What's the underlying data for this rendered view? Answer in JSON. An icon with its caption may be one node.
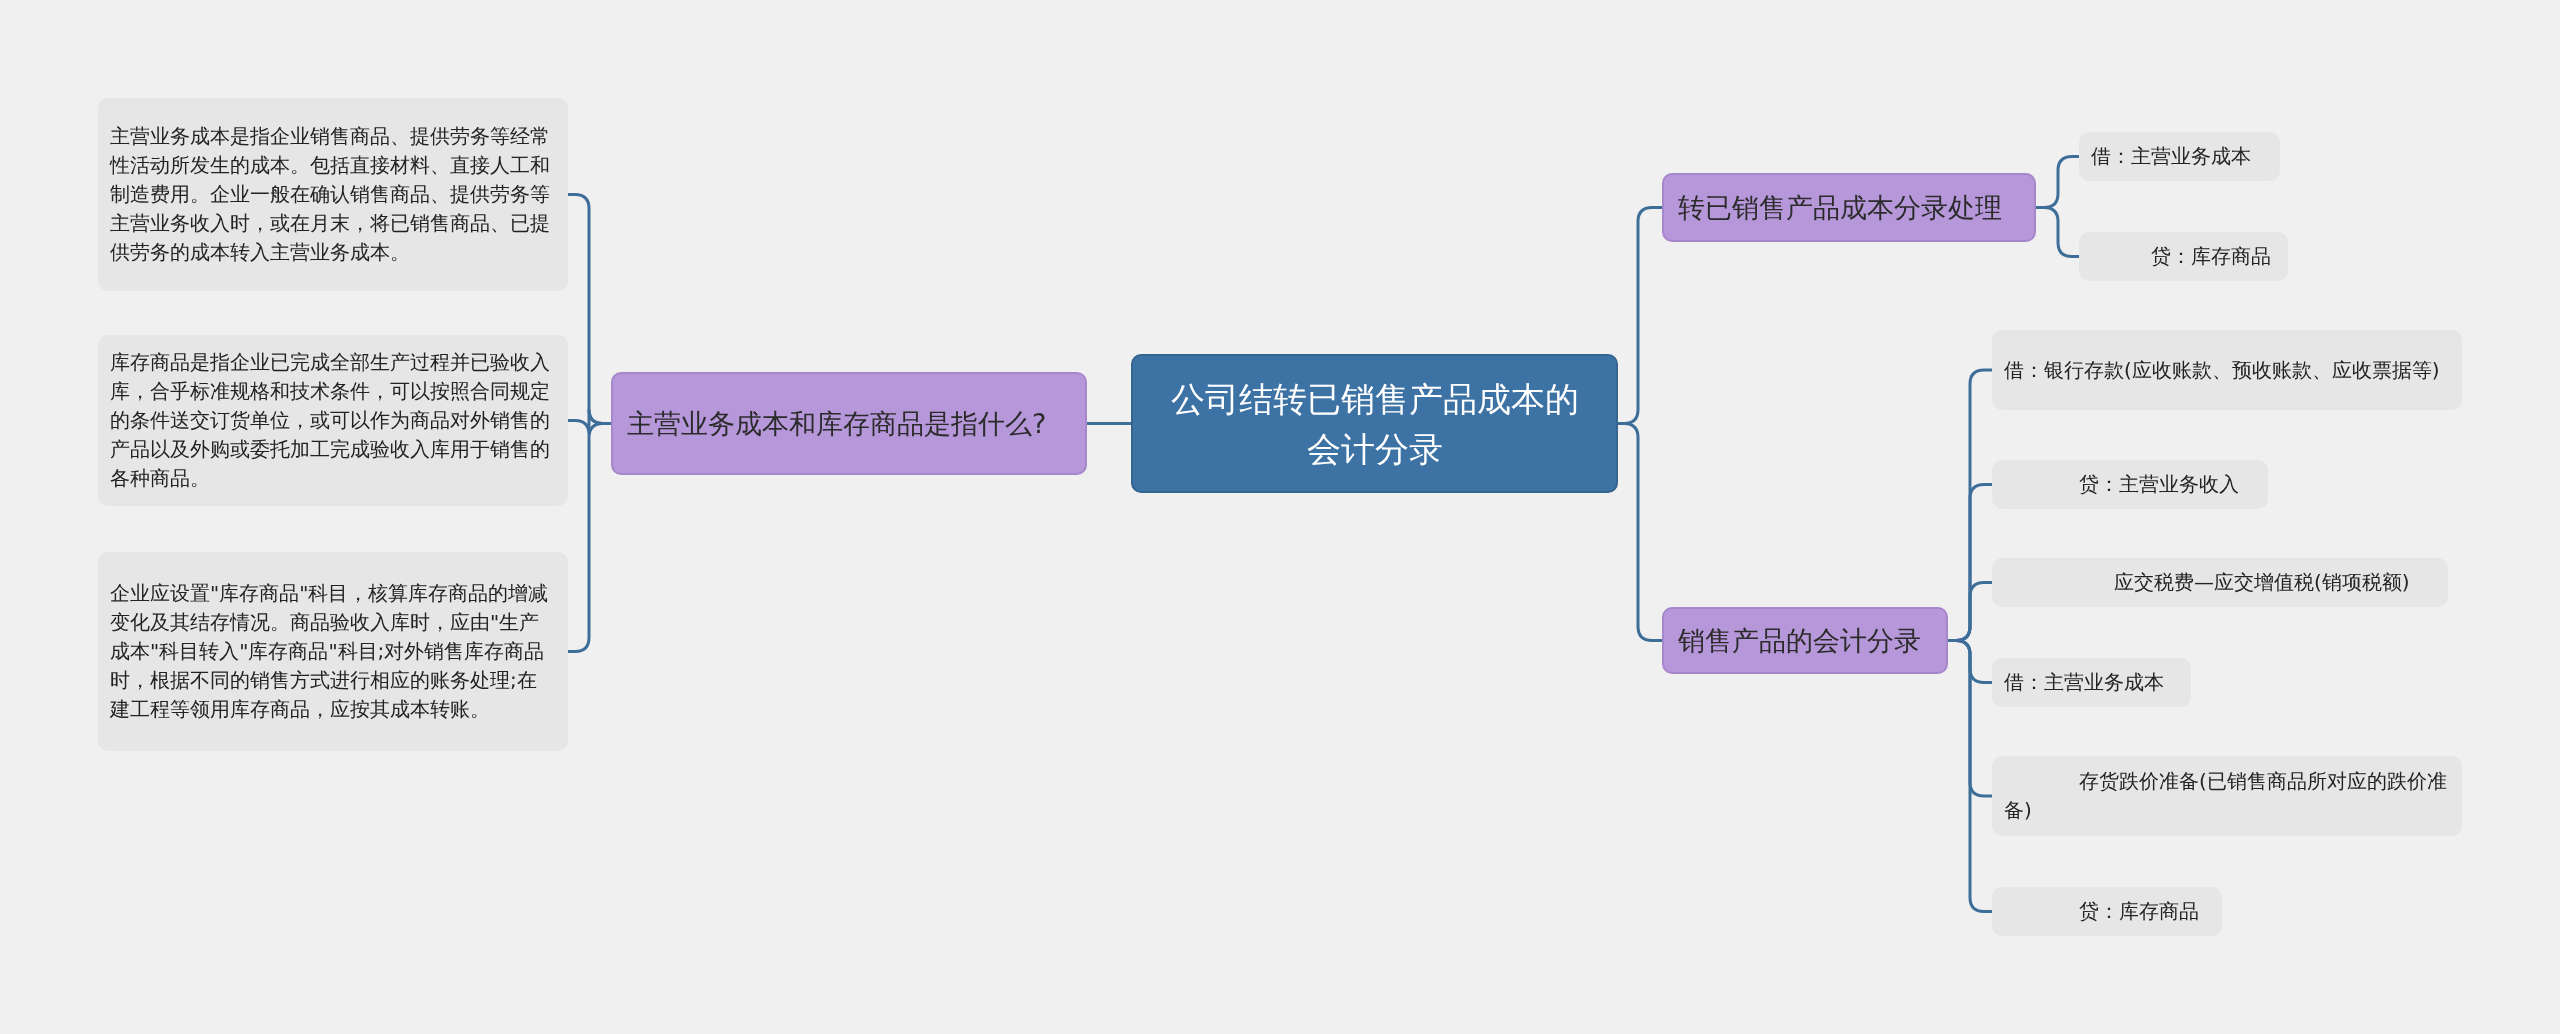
{
  "diagram": {
    "nodes": [
      {
        "text": [
          "公司结转已销售产品成本的会计分录"
        ]
      },
      {
        "text": [
          "主营业务成本和库存商品是指什么?"
        ]
      },
      {
        "text": [
          "主营业务成本是指企业销售商品、提供劳务等经常性活动所发生的成本。包括直接材料、直接人工和制造费用。企业一般在确认销售商品、提供劳务等主营业务收入时，或在月末，将已销售商品、已提供劳务的成本转入主营业务成本。"
        ]
      },
      {
        "text": [
          "库存商品是指企业已完成全部生产过程并已验收入库，合乎标准规格和技术条件，可以按照合同规定的条件送交订货单位，或可以作为商品对外销售的产品以及外购或委托加工完成验收入库用于销售的各种商品。"
        ]
      },
      {
        "text": [
          "企业应设置\"库存商品\"科目，核算库存商品的增减变化及其结存情况。商品验收入库时，应由\"生产成本\"科目转入\"库存商品\"科目;对外销售库存商品时，根据不同的销售方式进行相应的账务处理;在建工程等领用库存商品，应按其成本转账。"
        ]
      },
      {
        "text": [
          "转已销售产品成本分录处理"
        ]
      },
      {
        "text": [
          "借：主营业务成本"
        ]
      },
      {
        "text": [
          "贷：库存商品"
        ]
      },
      {
        "text": [
          "销售产品的会计分录"
        ]
      },
      {
        "text": [
          "借：银行存款(应收账款、预收账款、应收票据等)"
        ]
      },
      {
        "text": [
          "贷：主营业务收入"
        ]
      },
      {
        "text": [
          "应交税费—应交增值税(销项税额)"
        ]
      },
      {
        "text": [
          "借：主营业务成本"
        ]
      },
      {
        "text": [
          "存货跌价准备(已销售商品所对应的跌价准备)"
        ]
      },
      {
        "text": [
          "贷：库存商品"
        ]
      }
    ],
    "edges": [
      {
        "from": 0,
        "to": 1,
        "arrow": "none"
      },
      {
        "from": 1,
        "to": 2,
        "arrow": "none"
      },
      {
        "from": 1,
        "to": 3,
        "arrow": "none"
      },
      {
        "from": 1,
        "to": 4,
        "arrow": "none"
      },
      {
        "from": 0,
        "to": 5,
        "arrow": "none"
      },
      {
        "from": 5,
        "to": 6,
        "arrow": "none"
      },
      {
        "from": 5,
        "to": 7,
        "arrow": "none"
      },
      {
        "from": 0,
        "to": 8,
        "arrow": "none"
      },
      {
        "from": 8,
        "to": 9,
        "arrow": "none"
      },
      {
        "from": 8,
        "to": 10,
        "arrow": "none"
      },
      {
        "from": 8,
        "to": 11,
        "arrow": "none"
      },
      {
        "from": 8,
        "to": 12,
        "arrow": "none"
      },
      {
        "from": 8,
        "to": 13,
        "arrow": "none"
      },
      {
        "from": 8,
        "to": 14,
        "arrow": "none"
      }
    ]
  }
}
